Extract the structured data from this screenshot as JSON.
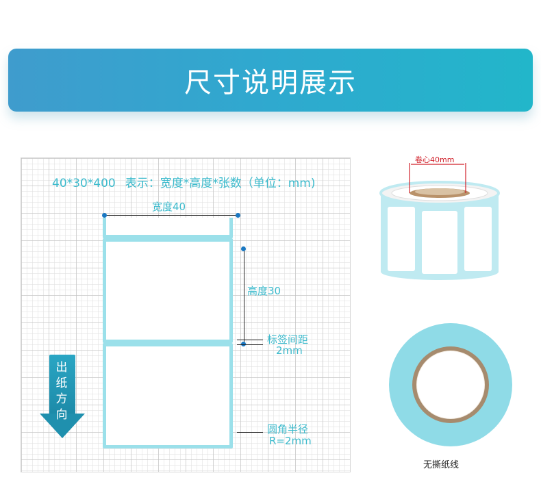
{
  "header": {
    "title": "尺寸说明展示"
  },
  "spec": {
    "dimensions": "40*30*400",
    "legend": "表示：宽度*高度*张数（单位：mm)"
  },
  "annotations": {
    "width": "宽度40",
    "height": "高度30",
    "gap_title": "标签间距",
    "gap_value": "2mm",
    "radius_title": "圆角半径",
    "radius_value": "R=2mm",
    "feed_direction": "出纸方向",
    "core": "卷心40mm",
    "no_perforation": "无撕纸线"
  },
  "colors": {
    "banner_start": "#3f9ccd",
    "banner_end": "#22b6ca",
    "label_border": "#9be0ea",
    "annotation_text": "#3bbacc",
    "dimension_dot": "#1a78c2",
    "core_marker": "#d0202a"
  }
}
